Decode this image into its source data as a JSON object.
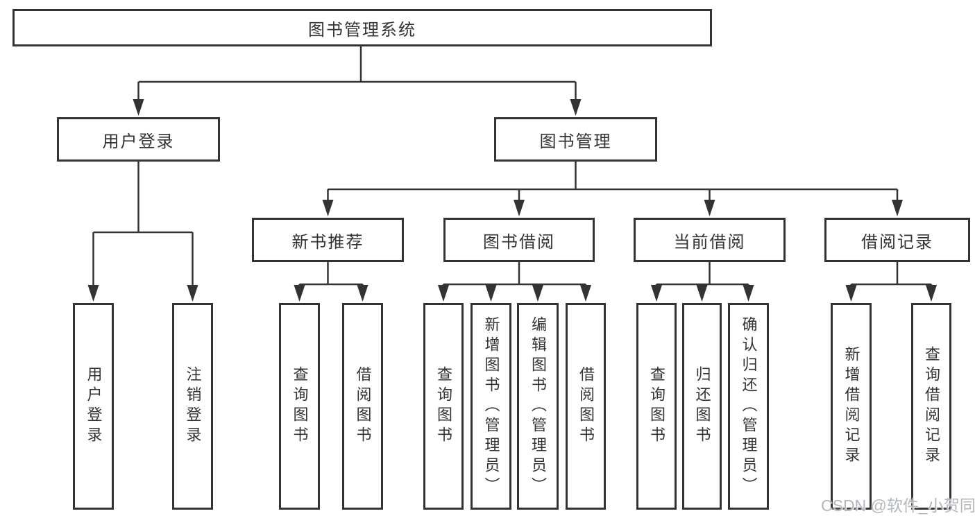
{
  "tree": {
    "label": "图书管理系统",
    "children": [
      {
        "label": "用户登录",
        "children": [
          {
            "label": "用户登录"
          },
          {
            "label": "注销登录"
          }
        ]
      },
      {
        "label": "图书管理",
        "children": [
          {
            "label": "新书推荐",
            "children": [
              {
                "label": "查询图书"
              },
              {
                "label": "借阅图书"
              }
            ]
          },
          {
            "label": "图书借阅",
            "children": [
              {
                "label": "查询图书"
              },
              {
                "label": "新增图书（管理员）"
              },
              {
                "label": "编辑图书（管理员）"
              },
              {
                "label": "借阅图书"
              }
            ]
          },
          {
            "label": "当前借阅",
            "children": [
              {
                "label": "查询图书"
              },
              {
                "label": "归还图书"
              },
              {
                "label": "确认归还（管理员）"
              }
            ]
          },
          {
            "label": "借阅记录",
            "children": [
              {
                "label": "新增借阅记录"
              },
              {
                "label": "查询借阅记录"
              }
            ]
          }
        ]
      }
    ]
  },
  "watermark": {
    "text": "CSDN @软件_小贺同学"
  },
  "colors": {
    "line": "#333333",
    "text": "#333333",
    "background": "#ffffff",
    "watermark": "#b3b7bb"
  }
}
